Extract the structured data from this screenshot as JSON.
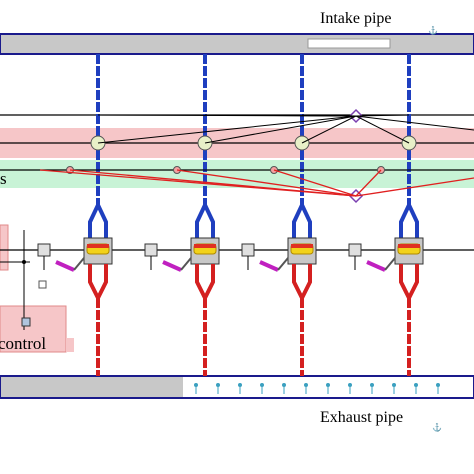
{
  "labels": {
    "intake": "Intake pipe",
    "exhaust": "Exhaust pipe",
    "control": "control",
    "left_partial": "s"
  },
  "cylinders": {
    "count": 4
  },
  "colors": {
    "intake_line": "#1f3fbf",
    "exhaust_line": "#d42020",
    "pipe_border": "#1a1a8c",
    "signal_line": "#e02020",
    "wire": "#000000",
    "pink_band": "#f6c6c8",
    "green_band": "#c8f3d6",
    "valve_yellow": "#f2d21a",
    "conrod": "#c020c0",
    "gray_block": "#c8c8c8"
  }
}
